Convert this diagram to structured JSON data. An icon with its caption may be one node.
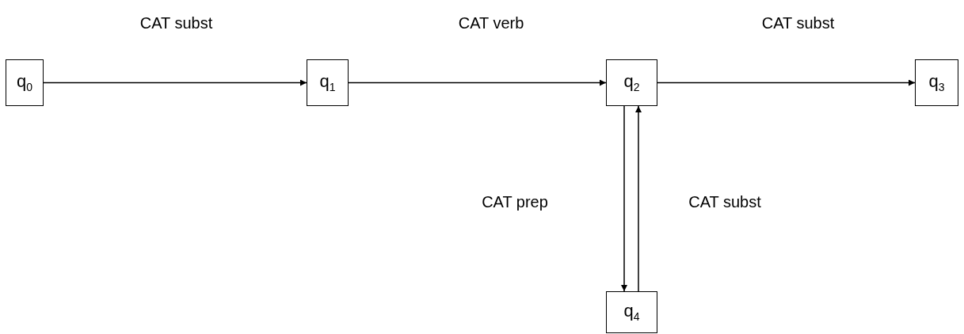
{
  "diagram": {
    "nodes": [
      {
        "text": [
          "q$_{0}$"
        ]
      },
      {
        "text": [
          "q$_{1}$"
        ]
      },
      {
        "text": [
          "q$_{2}$"
        ]
      },
      {
        "text": [
          "q$_{3}$"
        ]
      },
      {
        "text": [
          "q$_{4}$"
        ]
      }
    ],
    "edges": [
      {
        "from": 0,
        "to": 1,
        "arrow": "to",
        "label": "CAT subst"
      },
      {
        "from": 1,
        "to": 2,
        "arrow": "to",
        "label": "CAT verb"
      },
      {
        "from": 2,
        "to": 3,
        "arrow": "to",
        "label": "CAT subst"
      },
      {
        "from": 2,
        "to": 4,
        "arrow": "to",
        "label": "CAT prep"
      },
      {
        "from": 4,
        "to": 2,
        "arrow": "to",
        "label": "CAT subst"
      }
    ]
  }
}
